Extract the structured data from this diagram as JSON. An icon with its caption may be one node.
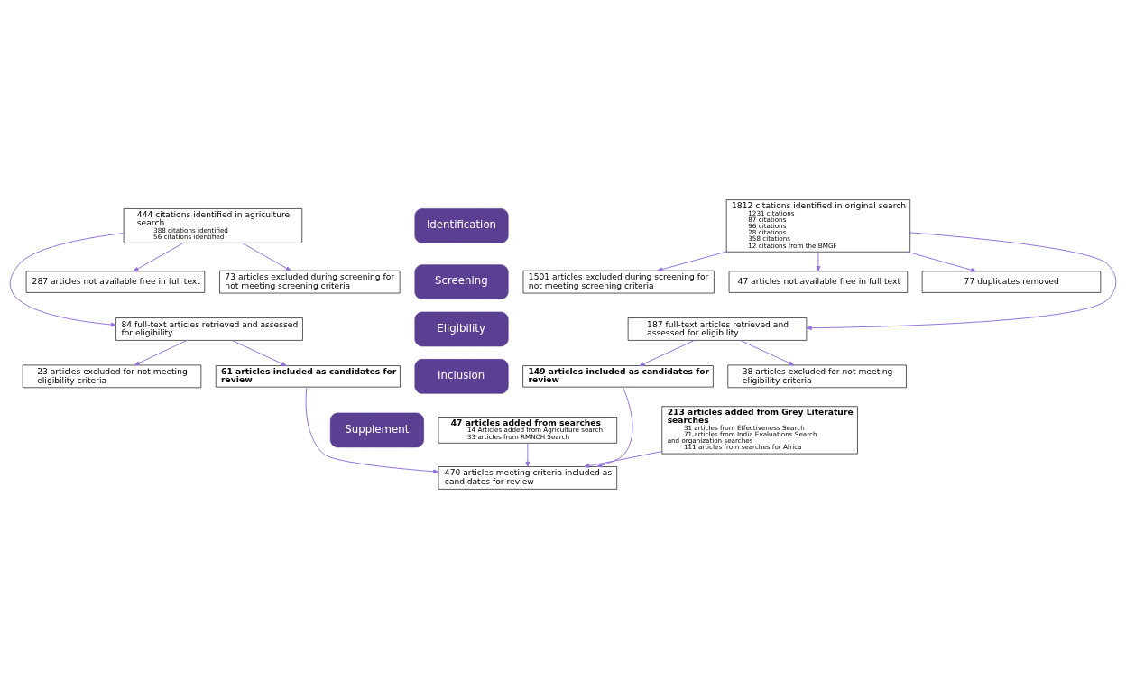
{
  "diagram": {
    "nodes": [
      {
        "text": [
          "444 citations identified in agriculture search",
          "388 citations identified",
          "56 citations identified"
        ]
      },
      {
        "text": [
          "Identification"
        ]
      },
      {
        "text": [
          "1812 citations identified in original search",
          "1231 citations",
          "87 citations",
          "96 citations",
          "28 citations",
          "358 citations",
          "12 citations from the BMGF"
        ]
      },
      {
        "text": [
          "73 articles excluded during screening for not meeting screening criteria"
        ]
      },
      {
        "text": [
          "Screening"
        ]
      },
      {
        "text": [
          "1501 articles excluded during screening for not meeting screening criteria"
        ]
      },
      {
        "text": [
          "287 articles not available free in full text"
        ]
      },
      {
        "text": [
          "47 articles not available free in full text"
        ]
      },
      {
        "text": [
          "77 duplicates removed"
        ]
      },
      {
        "text": [
          "84 full-text articles retrieved and assessed for eligibility"
        ]
      },
      {
        "text": [
          "Eligibility"
        ]
      },
      {
        "text": [
          "187 full-text articles retrieved and assessed for eligibility"
        ]
      },
      {
        "text": [
          "23 articles excluded for not meeting eligibility criteria"
        ]
      },
      {
        "text": [
          "38 articles excluded for not meeting eligibility criteria"
        ]
      },
      {
        "text": [
          "61 articles included as candidates for review"
        ]
      },
      {
        "text": [
          "Inclusion"
        ]
      },
      {
        "text": [
          "149 articles included as candidates for review"
        ]
      },
      {
        "text": [
          "47 articles added from searches",
          "14 Articles added from Agriculture search",
          "33 articles from RMNCH Search"
        ]
      },
      {
        "text": [
          "Supplement"
        ]
      },
      {
        "text": [
          "213 articles added from Grey Literature searches",
          "31 articles from Effectiveness Search",
          "71 articles from India Evaluations Search and organization searches",
          "111 articles from searches for Africa"
        ]
      },
      {
        "text": [
          "470 articles meeting criteria included as candidates for review"
        ]
      }
    ],
    "edges": [
      {
        "from": 0,
        "to": 3,
        "arrow": "to"
      },
      {
        "from": 0,
        "to": 6,
        "arrow": "to"
      },
      {
        "from": 0,
        "to": 9,
        "arrow": "to"
      },
      {
        "from": 9,
        "to": 12,
        "arrow": "to"
      },
      {
        "from": 9,
        "to": 14,
        "arrow": "to"
      },
      {
        "from": 14,
        "to": 20,
        "arrow": "to"
      },
      {
        "from": 17,
        "to": 20,
        "arrow": "to"
      },
      {
        "from": 2,
        "to": 5,
        "arrow": "to"
      },
      {
        "from": 2,
        "to": 7,
        "arrow": "to"
      },
      {
        "from": 2,
        "to": 8,
        "arrow": "to"
      },
      {
        "from": 2,
        "to": 11,
        "arrow": "to"
      },
      {
        "from": 11,
        "to": 13,
        "arrow": "to"
      },
      {
        "from": 11,
        "to": 16,
        "arrow": "to"
      },
      {
        "from": 16,
        "to": 20,
        "arrow": "to"
      },
      {
        "from": 19,
        "to": 20,
        "arrow": "to"
      }
    ]
  }
}
